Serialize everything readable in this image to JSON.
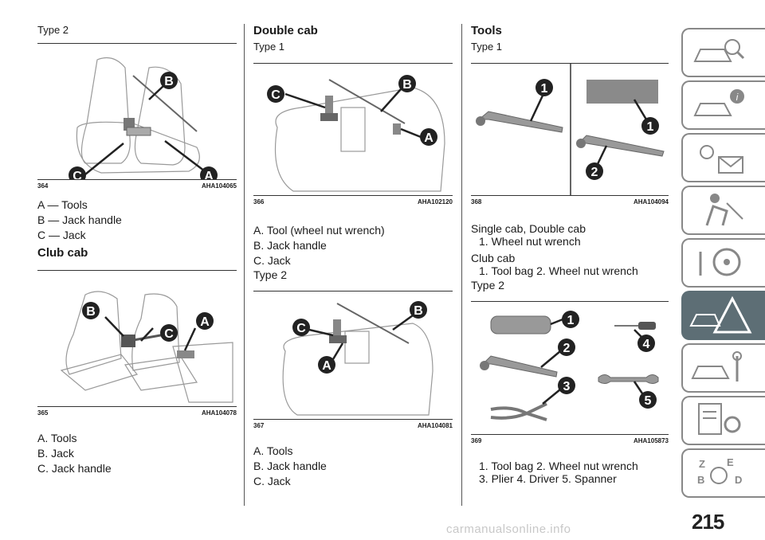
{
  "col1": {
    "top_label": "Type 2",
    "fig1": {
      "num": "364",
      "code": "AHA104065"
    },
    "items1": [
      "A — Tools",
      "B — Jack handle",
      "C — Jack"
    ],
    "heading2": "Club cab",
    "fig2": {
      "num": "365",
      "code": "AHA104078"
    },
    "items2": [
      "A. Tools",
      "B. Jack",
      "C. Jack handle"
    ]
  },
  "col2": {
    "heading": "Double cab",
    "sub1": "Type 1",
    "fig1": {
      "num": "366",
      "code": "AHA102120"
    },
    "items1": [
      "A. Tool (wheel nut wrench)",
      "B. Jack handle",
      "C. Jack"
    ],
    "sub2": "Type 2",
    "fig2": {
      "num": "367",
      "code": "AHA104081"
    },
    "items2": [
      "A. Tools",
      "B. Jack handle",
      "C. Jack"
    ]
  },
  "col3": {
    "heading": "Tools",
    "sub1": "Type 1",
    "fig1": {
      "num": "368",
      "code": "AHA104094"
    },
    "lines1": [
      "Single cab, Double cab",
      "1. Wheel nut wrench",
      "Club cab",
      "1. Tool bag  2. Wheel nut wrench"
    ],
    "sub2": "Type 2",
    "fig2": {
      "num": "369",
      "code": "AHA105873"
    },
    "lines2": [
      "1. Tool bag  2. Wheel nut wrench",
      "3. Plier  4. Driver  5. Spanner"
    ]
  },
  "callouts": {
    "a": "A",
    "b": "B",
    "c": "C",
    "n1": "1",
    "n2": "2",
    "n3": "3",
    "n4": "4",
    "n5": "5"
  },
  "page_number": "215",
  "watermark": "carmanualsonline.info",
  "colors": {
    "active_tab": "#5d6e75",
    "tab_border": "#888888",
    "line": "#333333"
  }
}
